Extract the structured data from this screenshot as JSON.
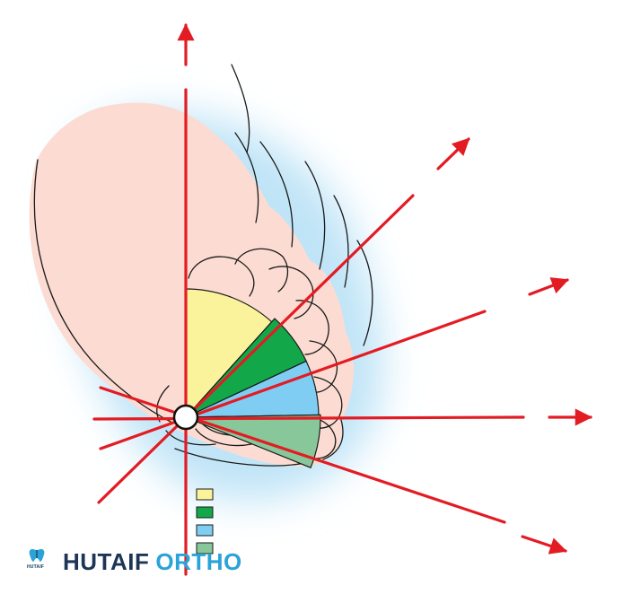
{
  "brand": {
    "logo_mark_text": "HUTAIF",
    "name_primary": "HUTAIF",
    "name_accent": "ORTHO"
  },
  "diagram": {
    "sectors": [
      {
        "name": "sector-yellow",
        "fill": "#fbf39c"
      },
      {
        "name": "sector-dark-green",
        "fill": "#12a84a"
      },
      {
        "name": "sector-light-blue",
        "fill": "#7fcdf3"
      },
      {
        "name": "sector-sage-green",
        "fill": "#88c79a"
      }
    ],
    "legend_swatches": [
      "#fbf39c",
      "#12a84a",
      "#7fcdf3",
      "#88c79a"
    ],
    "colors": {
      "ray": "#e31b23",
      "skin": "#fcdcd2",
      "glow": "#bfe4f7",
      "outline": "#1a1a1a"
    }
  }
}
